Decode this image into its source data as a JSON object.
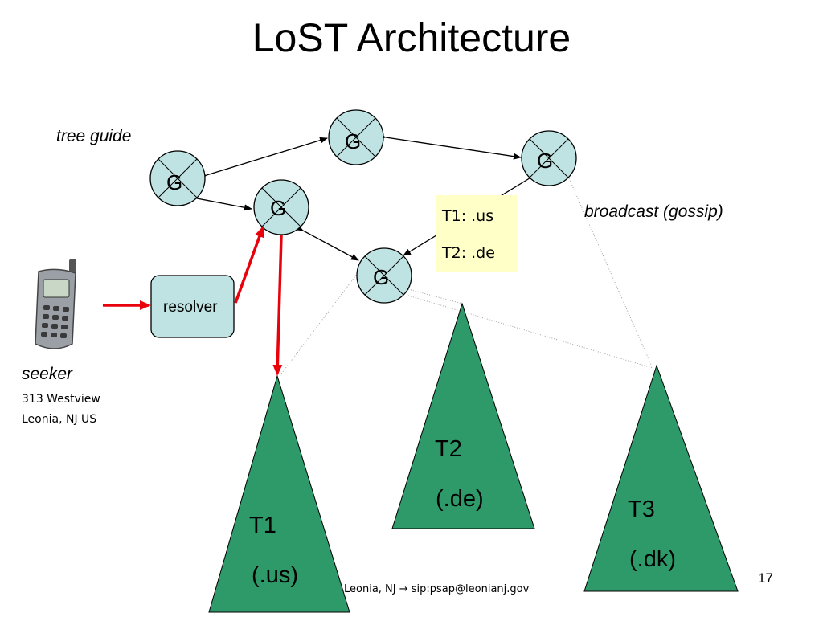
{
  "slide": {
    "title": "LoST Architecture",
    "page_number": "17",
    "footer": "Leonia, NJ → sip:psap@leonianj.gov"
  },
  "labels": {
    "tree_guide": "tree guide",
    "broadcast": "broadcast (gossip)",
    "seeker": "seeker",
    "address_line1": "313 Westview",
    "address_line2": "Leonia, NJ US"
  },
  "guide_nodes": [
    {
      "id": "g-left",
      "label": "G"
    },
    {
      "id": "g-top",
      "label": "G"
    },
    {
      "id": "g-right",
      "label": "G"
    },
    {
      "id": "g-center",
      "label": "G"
    },
    {
      "id": "g-lower",
      "label": "G"
    }
  ],
  "resolver": {
    "label": "resolver"
  },
  "mapping_table": {
    "rows": [
      "T1: .us",
      "T2: .de"
    ]
  },
  "trees": [
    {
      "name": "T1",
      "domain": "(.us)"
    },
    {
      "name": "T2",
      "domain": "(.de)"
    },
    {
      "name": "T3",
      "domain": "(.dk)"
    }
  ],
  "colors": {
    "node_fill": "#bfe3e3",
    "tree_fill": "#2e9a6a",
    "query_arrow": "#e8000b",
    "table_fill": "#ffffc8"
  }
}
